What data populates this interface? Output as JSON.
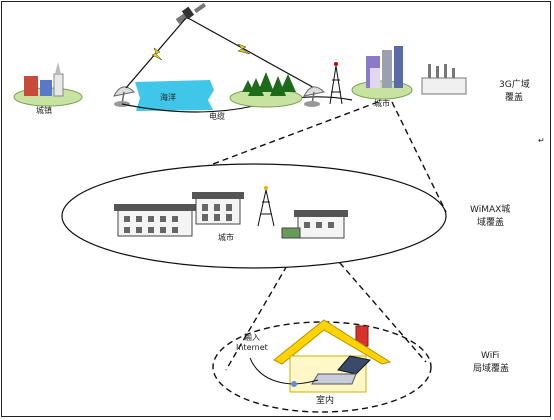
{
  "labels": {
    "town": "城镇",
    "ocean": "海洋",
    "cable": "电缆",
    "city_top": "城市",
    "coverage_3g_line1": "3G广域",
    "coverage_3g_line2": "覆盖",
    "wimax_line1": "WiMAX城",
    "wimax_line2": "域覆盖",
    "city_mid": "城市",
    "wifi_line1": "WiFi",
    "wifi_line2": "局域覆盖",
    "input_line1": "输入",
    "input_line2": "Internet",
    "indoor": "室内",
    "corner_mark": "↵"
  },
  "colors": {
    "ocean": "#3fc6e8",
    "ground": "#c8e2a0",
    "house_wall": "#fff7c8",
    "house_roof": "#ffd400",
    "chimney": "#d9322c",
    "tree": "#1d6b1a",
    "frame": "#222222"
  }
}
